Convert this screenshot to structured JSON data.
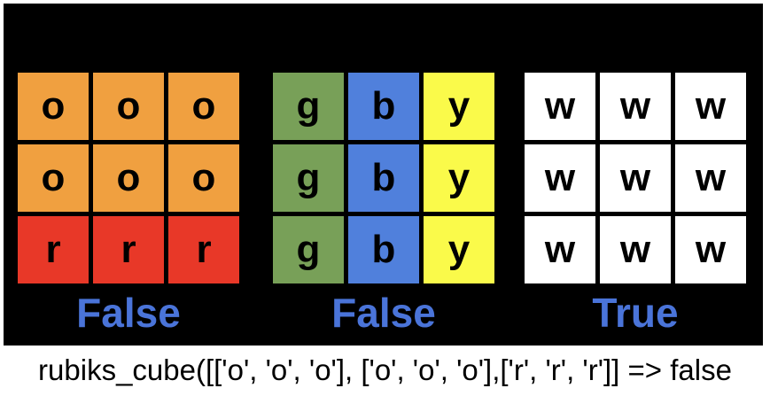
{
  "colors": {
    "background": "#000000",
    "orange": "#f0a040",
    "red": "#e83828",
    "green": "#78a058",
    "blue": "#5080dc",
    "yellow": "#fafa4a",
    "white": "#ffffff",
    "result_text": "#4a74d9"
  },
  "faces": [
    {
      "rows": [
        [
          "o",
          "o",
          "o"
        ],
        [
          "o",
          "o",
          "o"
        ],
        [
          "r",
          "r",
          "r"
        ]
      ],
      "result": "False"
    },
    {
      "rows": [
        [
          "g",
          "b",
          "y"
        ],
        [
          "g",
          "b",
          "y"
        ],
        [
          "g",
          "b",
          "y"
        ]
      ],
      "result": "False"
    },
    {
      "rows": [
        [
          "w",
          "w",
          "w"
        ],
        [
          "w",
          "w",
          "w"
        ],
        [
          "w",
          "w",
          "w"
        ]
      ],
      "result": "True"
    }
  ],
  "caption": "rubiks_cube([['o', 'o', 'o'], ['o', 'o', 'o'],['r', 'r', 'r']] => false"
}
